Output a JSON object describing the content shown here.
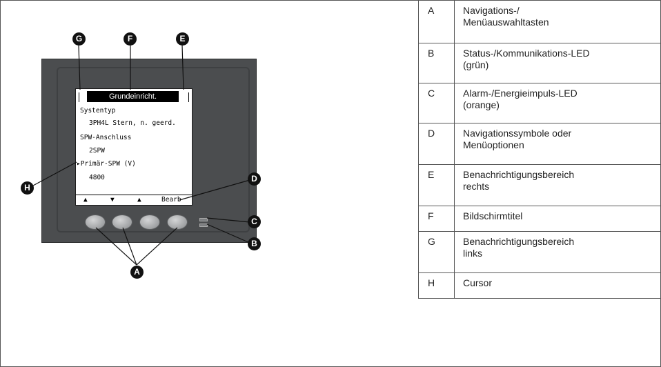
{
  "screen": {
    "title": "Grundeinricht.",
    "lines": [
      "Systentyp",
      "3PH4L Stern, n. geerd.",
      "SPW-Anschluss",
      "2SPW",
      "Primär-SPW (V)",
      "4800"
    ],
    "softkeys": [
      "▲",
      "▼",
      "▲",
      "Bearb"
    ]
  },
  "callouts": [
    "A",
    "B",
    "C",
    "D",
    "E",
    "F",
    "G",
    "H"
  ],
  "legend": [
    {
      "key": "A",
      "text": "Navigations-/ Menüauswahltasten"
    },
    {
      "key": "B",
      "text": "Status-/Kommunikations-LED (grün)"
    },
    {
      "key": "C",
      "text": "Alarm-/Energieimpuls-LED (orange)"
    },
    {
      "key": "D",
      "text": "Navigationssymbole oder Menüoptionen"
    },
    {
      "key": "E",
      "text": "Benachrichtigungsbereich rechts"
    },
    {
      "key": "F",
      "text": "Bildschirmtitel"
    },
    {
      "key": "G",
      "text": "Benachrichtigungsbereich links"
    },
    {
      "key": "H",
      "text": "Cursor"
    }
  ]
}
